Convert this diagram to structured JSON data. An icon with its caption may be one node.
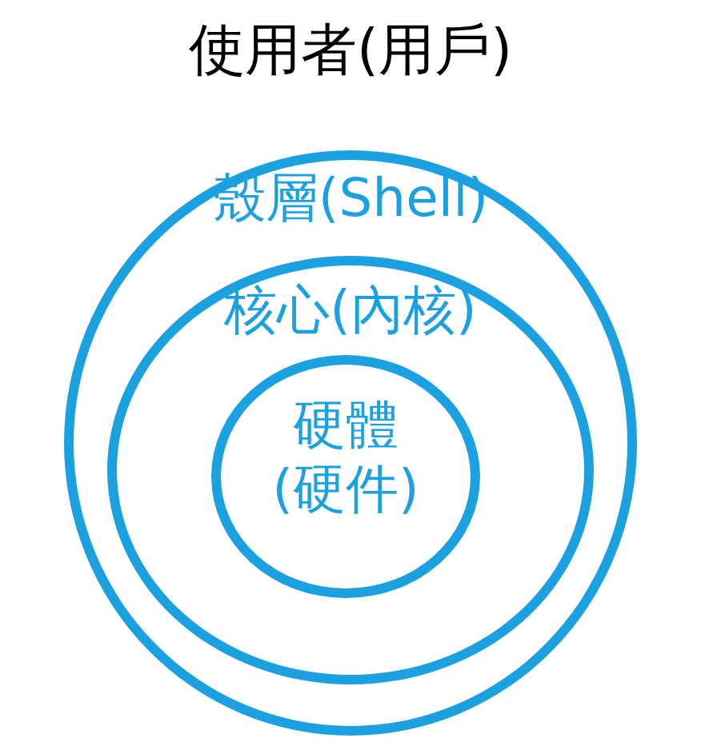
{
  "diagram": {
    "title": "使用者(用戶)",
    "nodes": [
      {
        "text": [
          "殼層(Shell)"
        ]
      },
      {
        "text": [
          "核心(內核)"
        ],
        "in": 0
      },
      {
        "text": [
          "硬體(硬件)"
        ],
        "in": 1
      }
    ]
  }
}
